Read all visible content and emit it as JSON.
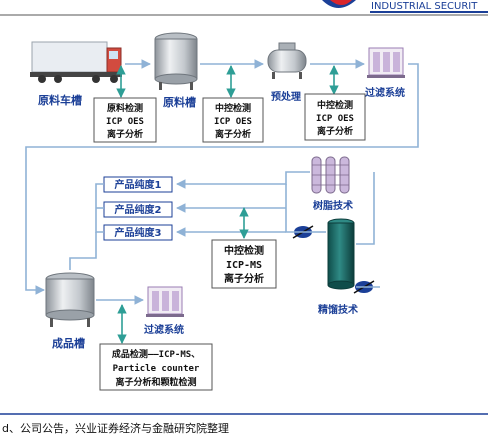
{
  "header": {
    "brand_text": "INDUSTRIAL SECURIT"
  },
  "equipment": {
    "raw_truck": "原料车槽",
    "raw_tank": "原料槽",
    "pretreat": "预处理",
    "filter1": "过滤系统",
    "resin": "树脂技术",
    "rectify": "精馏技术",
    "product_tank": "成品槽",
    "filter2": "过滤系统"
  },
  "inspections": {
    "raw": [
      "原料检测",
      "ICP OES",
      "离子分析"
    ],
    "mid1": [
      "中控检测",
      "ICP OES",
      "离子分析"
    ],
    "mid2": [
      "中控检测",
      "ICP OES",
      "离子分析"
    ],
    "mid3": [
      "中控检测",
      "ICP-MS",
      "离子分析"
    ],
    "final": [
      "成品检测——ICP-MS、",
      "Particle counter",
      "离子分析和颗粒检测"
    ]
  },
  "purity": [
    "产品纯度1",
    "产品纯度2",
    "产品纯度3"
  ],
  "footer": {
    "source": "d、公司公告，兴业证券经济与金融研究院整理"
  }
}
